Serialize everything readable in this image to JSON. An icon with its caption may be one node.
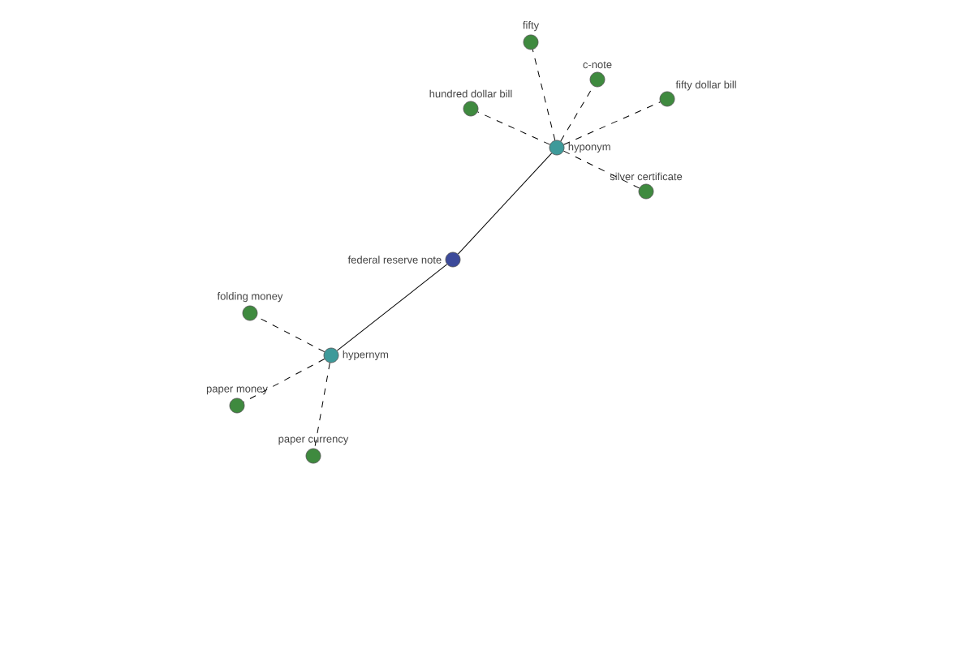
{
  "diagram": {
    "nodes": [
      {
        "text": [
          "federal reserve note"
        ]
      },
      {
        "text": [
          "hyponym"
        ]
      },
      {
        "text": [
          "fifty"
        ]
      },
      {
        "text": [
          "c-note"
        ]
      },
      {
        "text": [
          "fifty dollar bill"
        ]
      },
      {
        "text": [
          "hundred dollar bill"
        ]
      },
      {
        "text": [
          "silver certificate"
        ]
      },
      {
        "text": [
          "hypernym"
        ]
      },
      {
        "text": [
          "folding money"
        ]
      },
      {
        "text": [
          "paper money"
        ]
      },
      {
        "text": [
          "paper currency"
        ]
      }
    ],
    "edges": [
      {
        "from": 0,
        "to": 1,
        "arrow": "none"
      },
      {
        "from": 1,
        "to": 2,
        "arrow": "none",
        "style": "dashed"
      },
      {
        "from": 1,
        "to": 3,
        "arrow": "none",
        "style": "dashed"
      },
      {
        "from": 1,
        "to": 4,
        "arrow": "none",
        "style": "dashed"
      },
      {
        "from": 1,
        "to": 5,
        "arrow": "none",
        "style": "dashed"
      },
      {
        "from": 1,
        "to": 6,
        "arrow": "none",
        "style": "dashed"
      },
      {
        "from": 0,
        "to": 7,
        "arrow": "none"
      },
      {
        "from": 7,
        "to": 8,
        "arrow": "none",
        "style": "dashed"
      },
      {
        "from": 7,
        "to": 9,
        "arrow": "none",
        "style": "dashed"
      },
      {
        "from": 7,
        "to": 10,
        "arrow": "none",
        "style": "dashed"
      }
    ]
  }
}
